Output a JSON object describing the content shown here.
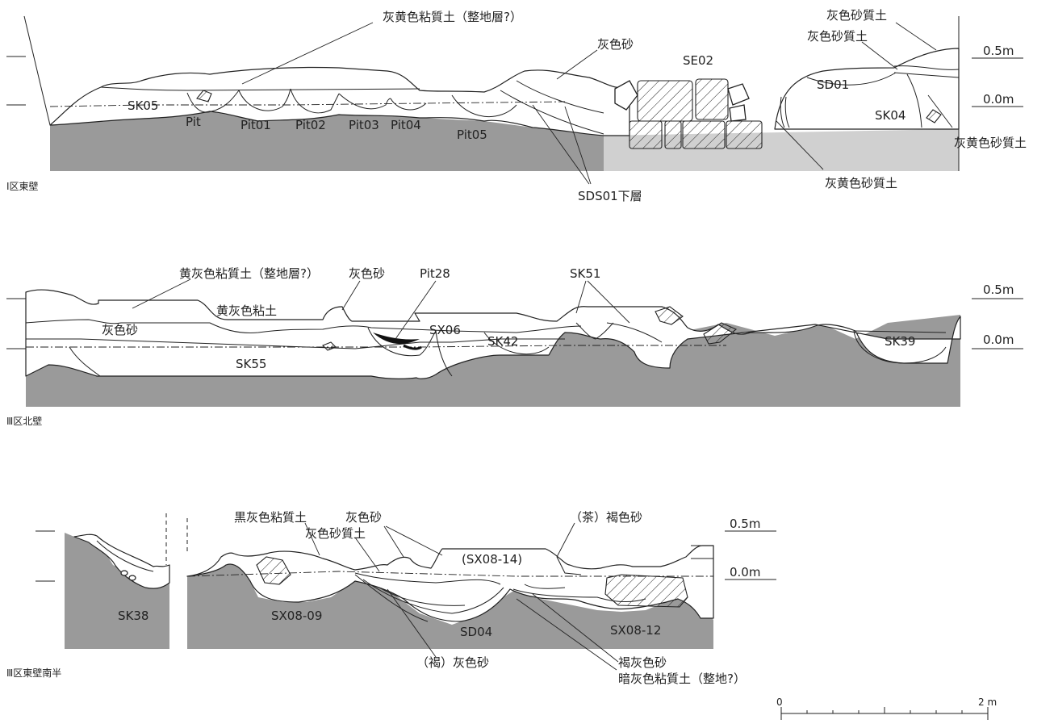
{
  "panels": [
    {
      "caption": "Ⅰ区東壁",
      "scale_top": "0.5m",
      "scale_bottom": "0.0m",
      "labels": [
        "灰黄色粘質土（整地層?）",
        "灰色砂",
        "SE02",
        "灰色砂質土",
        "灰色砂質土",
        "SK05",
        "Pit",
        "Pit01",
        "Pit02",
        "Pit03",
        "Pit04",
        "Pit05",
        "SD01",
        "SK04",
        "灰黄色砂質土",
        "灰黄色砂質土",
        "SDS01下層"
      ]
    },
    {
      "caption": "Ⅲ区北壁",
      "scale_top": "0.5m",
      "scale_bottom": "0.0m",
      "labels": [
        "黄灰色粘質土（整地層?）",
        "灰色砂",
        "Pit28",
        "SK51",
        "黄灰色粘土",
        "灰色砂",
        "SX06",
        "SK42",
        "SK55",
        "SK39"
      ]
    },
    {
      "caption": "Ⅲ区東壁南半",
      "scale_top": "0.5m",
      "scale_bottom": "0.0m",
      "labels": [
        "黒灰色粘質土",
        "灰色砂",
        "灰色砂質土",
        "（茶）褐色砂",
        "(SX08-14)",
        "SK38",
        "SX08-09",
        "SD04",
        "SX08-12",
        "（褐）灰色砂",
        "褐灰色砂",
        "暗灰色粘質土（整地?）"
      ]
    }
  ],
  "scale_bar": {
    "start": "0",
    "end": "2 m"
  }
}
